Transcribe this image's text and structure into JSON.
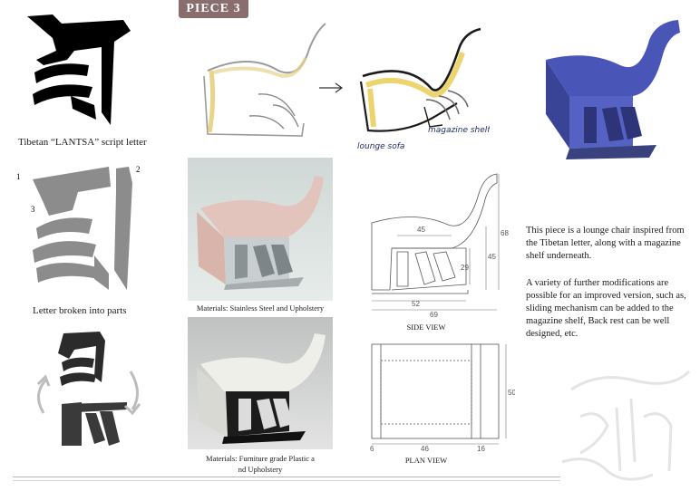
{
  "header": {
    "tag": "PIECE 3"
  },
  "letter": {
    "caption": "Tibetan “LANTSA” script letter"
  },
  "parts": {
    "caption": "Letter broken into parts",
    "labels": [
      "1",
      "2",
      "3"
    ]
  },
  "sketch": {
    "note_lounge": "lounge sofa",
    "note_shelf": "magazine shelf"
  },
  "render1": {
    "caption": "Materials: Stainless Steel and Upholstery"
  },
  "render2": {
    "caption_line1": "Materials: Furniture grade Plastic a",
    "caption_line2": "nd Upholstery"
  },
  "side_view": {
    "label": "SIDE VIEW",
    "dims": [
      "45",
      "29",
      "52",
      "69",
      "45",
      "68"
    ]
  },
  "plan_view": {
    "label": "PLAN VIEW",
    "dims": [
      "6",
      "46",
      "16",
      "50"
    ]
  },
  "description": {
    "para1": "This piece is a lounge chair inspired from the Tibetan letter, along with a magazine shelf  underneath.",
    "para2": "A variety of  further modifications are possible for an improved version, such as, sliding mechanism can be added to the magazine shelf, Back rest can be well designed, etc."
  },
  "colors": {
    "tag_bg": "#8a6e6e",
    "chair_blue": "#4a55b8",
    "chair_pink": "#e3c4bd"
  }
}
